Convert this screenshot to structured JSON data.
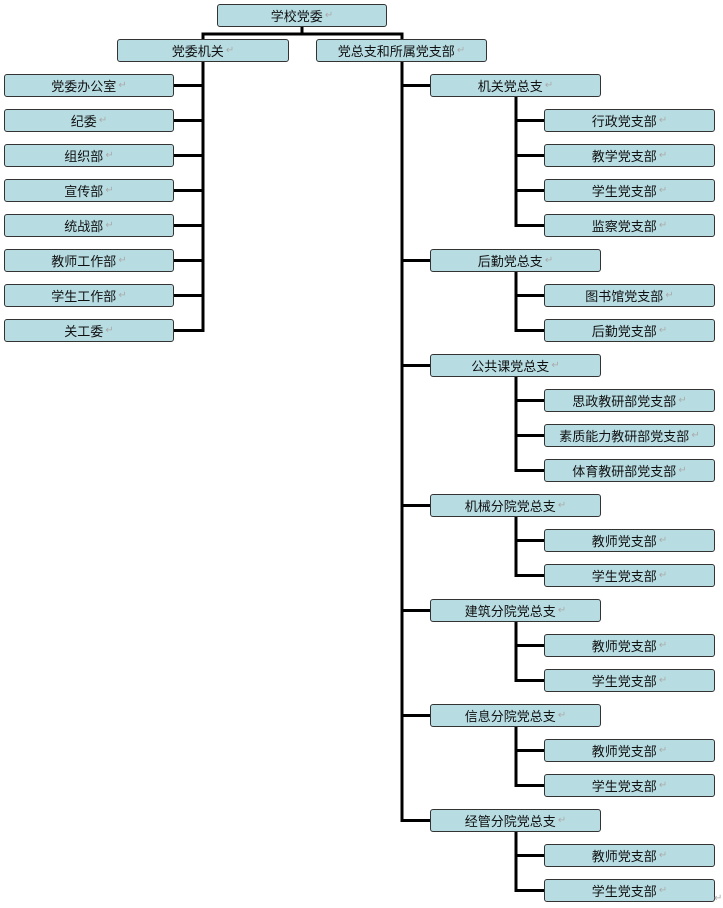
{
  "diagram": {
    "root": "学校党委",
    "level1": [
      "党委机关",
      "党总支和所属党支部"
    ],
    "offices": [
      "党委办公室",
      "纪委",
      "组织部",
      "宣传部",
      "统战部",
      "教师工作部",
      "学生工作部",
      "关工委"
    ],
    "general_branches": [
      {
        "name": "机关党总支",
        "branches": [
          "行政党支部",
          "教学党支部",
          "学生党支部",
          "监察党支部"
        ]
      },
      {
        "name": "后勤党总支",
        "branches": [
          "图书馆党支部",
          "后勤党支部"
        ]
      },
      {
        "name": "公共课党总支",
        "branches": [
          "思政教研部党支部",
          "素质能力教研部党支部",
          "体育教研部党支部"
        ]
      },
      {
        "name": "机械分院党总支",
        "branches": [
          "教师党支部",
          "学生党支部"
        ]
      },
      {
        "name": "建筑分院党总支",
        "branches": [
          "教师党支部",
          "学生党支部"
        ]
      },
      {
        "name": "信息分院党总支",
        "branches": [
          "教师党支部",
          "学生党支部"
        ]
      },
      {
        "name": "经管分院党总支",
        "branches": [
          "教师党支部",
          "学生党支部"
        ]
      }
    ],
    "paragraph_mark": "↵"
  },
  "colors": {
    "box_fill": "#b7dde3",
    "box_border": "#333333",
    "connector": "#000000"
  }
}
